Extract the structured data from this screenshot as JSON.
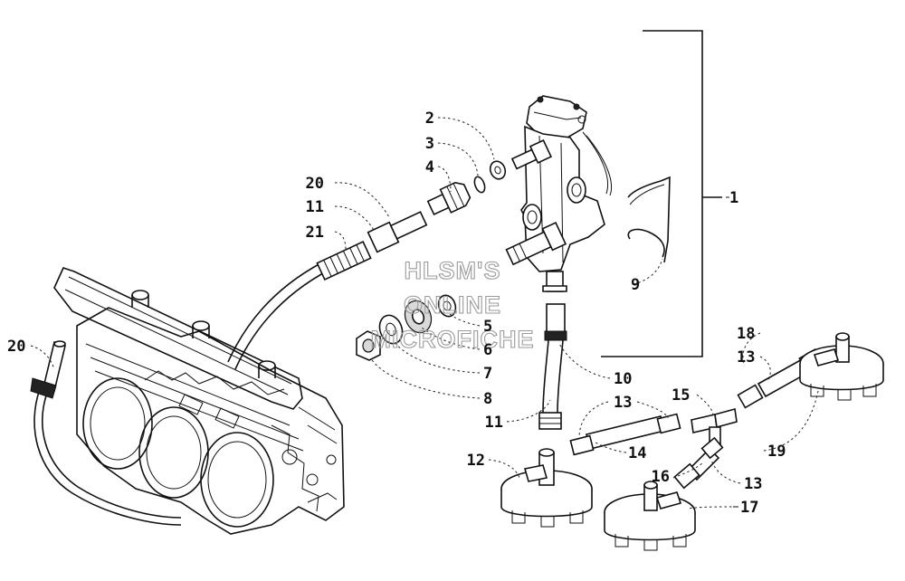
{
  "callouts": [
    {
      "id": "c2",
      "text": "2"
    },
    {
      "id": "c3",
      "text": "3"
    },
    {
      "id": "c4",
      "text": "4"
    },
    {
      "id": "c20a",
      "text": "20"
    },
    {
      "id": "c11a",
      "text": "11"
    },
    {
      "id": "c21",
      "text": "21"
    },
    {
      "id": "c1",
      "text": "1"
    },
    {
      "id": "c9",
      "text": "9"
    },
    {
      "id": "c5",
      "text": "5"
    },
    {
      "id": "c6",
      "text": "6"
    },
    {
      "id": "c7",
      "text": "7"
    },
    {
      "id": "c8",
      "text": "8"
    },
    {
      "id": "c20b",
      "text": "20"
    },
    {
      "id": "c10",
      "text": "10"
    },
    {
      "id": "c11b",
      "text": "11"
    },
    {
      "id": "c13a",
      "text": "13"
    },
    {
      "id": "c18",
      "text": "18"
    },
    {
      "id": "c13b",
      "text": "13"
    },
    {
      "id": "c15",
      "text": "15"
    },
    {
      "id": "c12",
      "text": "12"
    },
    {
      "id": "c14",
      "text": "14"
    },
    {
      "id": "c19",
      "text": "19"
    },
    {
      "id": "c16",
      "text": "16"
    },
    {
      "id": "c13c",
      "text": "13"
    },
    {
      "id": "c17",
      "text": "17"
    }
  ],
  "watermark": {
    "line1": "HLSM'S",
    "line2": "ONLINE",
    "line3": "MICROFICHE"
  }
}
